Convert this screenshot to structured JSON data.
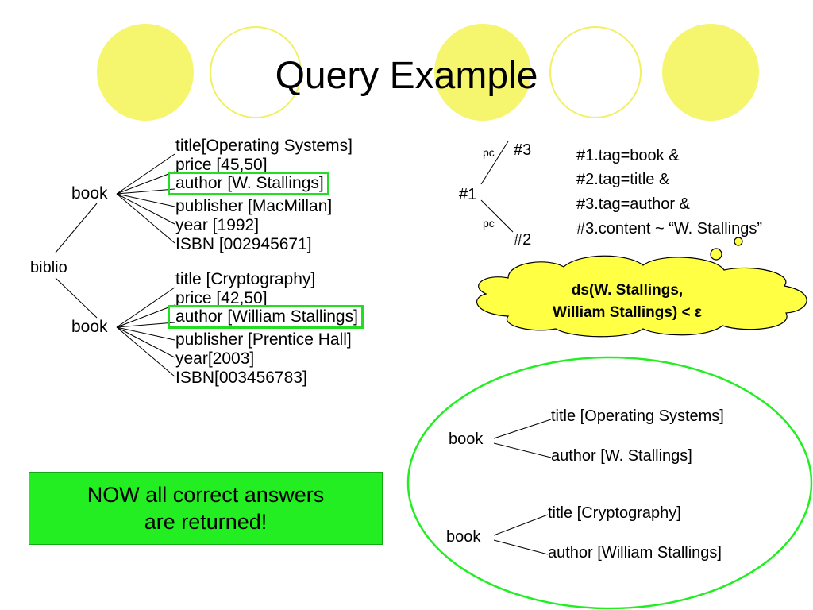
{
  "slide": {
    "title": "Query Example"
  },
  "tree": {
    "root": "biblio",
    "books": [
      {
        "label": "book",
        "children": [
          "title[Operating Systems]",
          "price [45,50]",
          "author [W. Stallings]",
          "publisher [MacMillan]",
          "year [1992]",
          "ISBN [002945671]"
        ],
        "highlighted_child": 2
      },
      {
        "label": "book",
        "children": [
          "title [Cryptography]",
          "price [42,50]",
          "author [William Stallings]",
          "publisher [Prentice Hall]",
          "year[2003]",
          "ISBN[003456783]"
        ],
        "highlighted_child": 2
      }
    ]
  },
  "pattern": {
    "root": "#1",
    "nodes": [
      "#3",
      "#2"
    ],
    "edge_labels": [
      "pc",
      "pc"
    ],
    "conditions": [
      "#1.tag=book &",
      "#2.tag=title &",
      "#3.tag=author &",
      "#3.content ~ “W. Stallings”"
    ]
  },
  "thought": {
    "line1": "ds(W. Stallings,",
    "line2": "William Stallings) < ε"
  },
  "results": [
    {
      "label": "book",
      "children": [
        "title [Operating Systems]",
        "author [W. Stallings]"
      ]
    },
    {
      "label": "book",
      "children": [
        "title [Cryptography]",
        "author [William Stallings]"
      ]
    }
  ],
  "callout": {
    "line1": "NOW all correct answers",
    "line2": "are returned!"
  },
  "colors": {
    "deco_yellow": "#f5f56e",
    "highlight_green": "#22dd22",
    "cloud_yellow": "#ffff44",
    "ellipse_green": "#22ee22"
  }
}
